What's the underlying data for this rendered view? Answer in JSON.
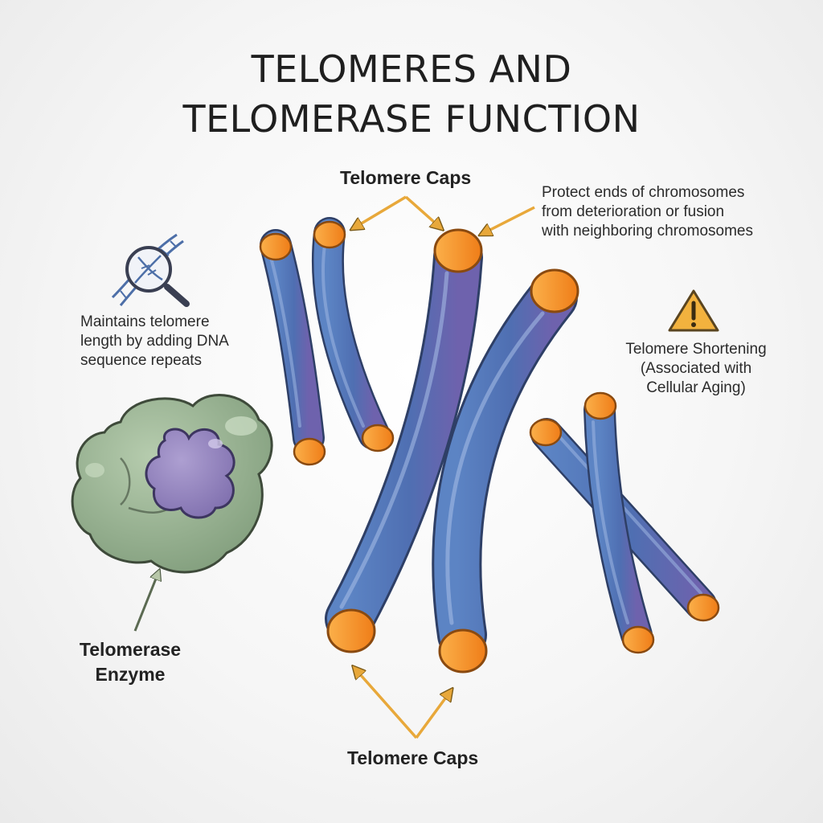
{
  "title": {
    "line1": "TELOMERES AND",
    "line2": "TELOMERASE FUNCTION"
  },
  "labels": {
    "telomere_caps_top": "Telomere Caps",
    "telomere_caps_bottom": "Telomere Caps",
    "protect_line1": "Protect ends of chromosomes",
    "protect_line2": "from deterioration or fusion",
    "protect_line3": "with neighboring chromosomes",
    "maintains_line1": "Maintains telomere",
    "maintains_line2": "length by adding DNA",
    "maintains_line3": "sequence repeats",
    "shortening_line1": "Telomere Shortening",
    "shortening_line2": "(Associated with",
    "shortening_line3": "Cellular Aging)",
    "enzyme_line1": "Telomerase",
    "enzyme_line2": "Enzyme"
  },
  "icons": [
    "dna-magnifier-icon",
    "warning-icon"
  ],
  "colors": {
    "chromatid_blue": "#4e73b4",
    "chromatid_purple": "#7265ad",
    "telomere_orange": "#f59024",
    "arrow_gold": "#e8a83a",
    "enzyme_green": "#93ae8c",
    "enzyme_purple": "#9384bc",
    "warning_fill": "#f2b23e"
  }
}
